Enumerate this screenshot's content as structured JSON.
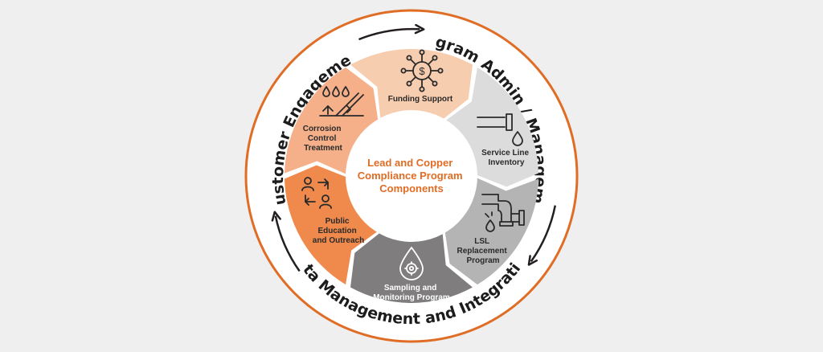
{
  "center": {
    "lines": [
      "Lead and Copper",
      "Compliance Program",
      "Components"
    ],
    "color": "#e06d25"
  },
  "ring_labels": {
    "top_right": "Program Admin / Management",
    "bottom": "Data Management and Integration",
    "top_left": "Customer Engagement"
  },
  "segments": [
    {
      "id": "funding",
      "lines": [
        "Funding Support"
      ],
      "icon": "dollar-network-icon",
      "fill": "#f7cdb0",
      "text_color": "#2a2a2a"
    },
    {
      "id": "inventory",
      "lines": [
        "Service Line",
        "Inventory"
      ],
      "icon": "pipe-drop-icon",
      "fill": "#dddcdc",
      "text_color": "#2a2a2a"
    },
    {
      "id": "lsl",
      "lines": [
        "LSL",
        "Replacement",
        "Program"
      ],
      "icon": "broken-pipe-icon",
      "fill": "#b5b4b4",
      "text_color": "#2a2a2a"
    },
    {
      "id": "sampling",
      "lines": [
        "Sampling and",
        "Monitoring Program"
      ],
      "icon": "drop-gear-icon",
      "fill": "#7f7d7e",
      "text_color": "#ffffff"
    },
    {
      "id": "education",
      "lines": [
        "Public",
        "Education",
        "and Outreach"
      ],
      "icon": "people-exchange-icon",
      "fill": "#ef8a4c",
      "text_color": "#2a2a2a"
    },
    {
      "id": "corrosion",
      "lines": [
        "Corrosion",
        "Control",
        "Treatment"
      ],
      "icon": "drops-ramp-icon",
      "fill": "#f5b08a",
      "text_color": "#2a2a2a"
    }
  ],
  "colors": {
    "ring_border": "#e06d25",
    "arrow": "#231f20",
    "background": "#efefef"
  }
}
